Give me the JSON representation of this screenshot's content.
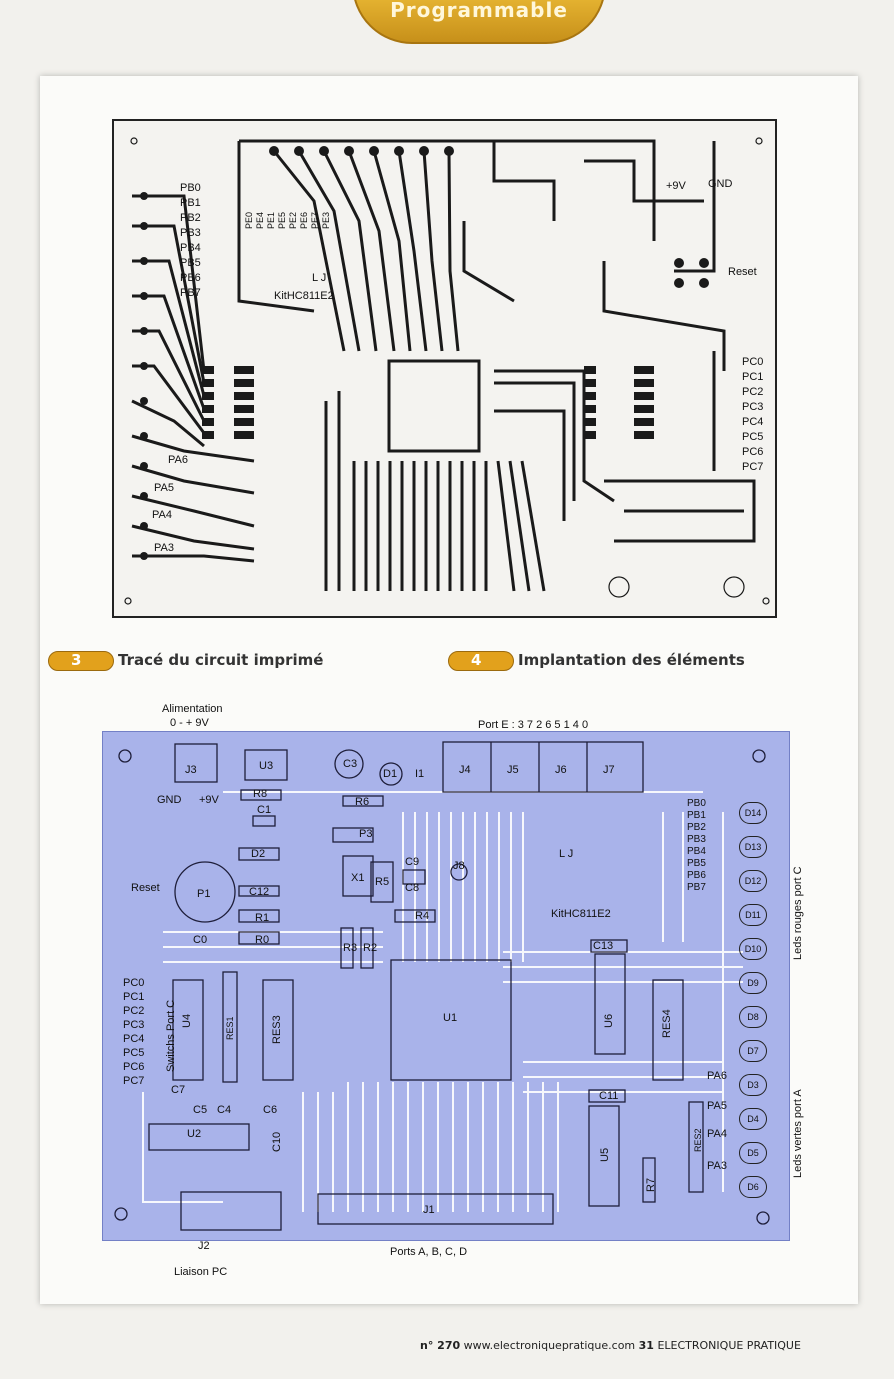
{
  "header_tab": "Programmable",
  "pcb_trace": {
    "portb_labels": [
      "PB0",
      "PB1",
      "PB2",
      "PB3",
      "PB4",
      "PB5",
      "PB6",
      "PB7"
    ],
    "porte_labels": [
      "PE0",
      "PE4",
      "PE1",
      "PE5",
      "PE2",
      "PE6",
      "PE7",
      "PE3"
    ],
    "portc_labels": [
      "PC0",
      "PC1",
      "PC2",
      "PC3",
      "PC4",
      "PC5",
      "PC6",
      "PC7"
    ],
    "porta_labels": [
      "PA6",
      "PA5",
      "PA4",
      "PA3"
    ],
    "power_plus": "+9V",
    "power_gnd": "GND",
    "reset": "Reset",
    "initials": "L J",
    "kit_name": "KitHC811E2"
  },
  "captions": {
    "fig3_num": "3",
    "fig3_text": "Tracé du circuit imprimé",
    "fig4_num": "4",
    "fig4_text": "Implantation des éléments"
  },
  "layout_fig": {
    "alimentation": "Alimentation",
    "alimentation_range": "0 - + 9V",
    "port_e": "Port E : 3 7 2 6 5 1 4 0",
    "ports_abcd": "Ports A, B, C, D",
    "liaison_pc": "Liaison PC",
    "leds_rouges": "Leds rouges port C",
    "leds_vertes": "Leds vertes port A",
    "switchs": "Switchs Port C",
    "components": {
      "j3": "J3",
      "u3": "U3",
      "c3": "C3",
      "d1": "D1",
      "i1": "I1",
      "j4": "J4",
      "j5": "J5",
      "j6": "J6",
      "j7": "J7",
      "r8": "R8",
      "c1": "C1",
      "r6": "R6",
      "p3": "P3",
      "d2": "D2",
      "c9": "C9",
      "c8": "C8",
      "x1": "X1",
      "r5": "R5",
      "j8": "J8",
      "p1": "P1",
      "c12": "C12",
      "r1": "R1",
      "r4": "R4",
      "c0": "C0",
      "r0": "R0",
      "r3": "R3",
      "r2": "R2",
      "c13": "C13",
      "u4": "U4",
      "res1": "RES1",
      "res3": "RES3",
      "u1": "U1",
      "u6": "U6",
      "res4": "RES4",
      "c7": "C7",
      "c5": "C5",
      "c4": "C4",
      "c6": "C6",
      "c11": "C11",
      "u2": "U2",
      "c10": "C10",
      "res2": "RES2",
      "u5": "U5",
      "r7": "R7",
      "j2": "J2",
      "j1": "J1"
    },
    "leds_red": [
      "D14",
      "D13",
      "D12",
      "D11",
      "D10",
      "D9",
      "D8",
      "D7"
    ],
    "leds_green": [
      "D3",
      "D4",
      "D5",
      "D6"
    ],
    "left_pc": [
      "PC0",
      "PC1",
      "PC2",
      "PC3",
      "PC4",
      "PC5",
      "PC6",
      "PC7"
    ],
    "right_pb": [
      "PB0",
      "PB1",
      "PB2",
      "PB3",
      "PB4",
      "PB5",
      "PB6",
      "PB7"
    ],
    "right_pa": [
      "PA6",
      "PA5",
      "PA4",
      "PA3"
    ],
    "gnd": "GND",
    "plus9v": "+9V",
    "reset": "Reset",
    "kit_name": "KitHC811E2",
    "initials": "L J"
  },
  "footer": {
    "issue": "n° 270",
    "site": "www.electroniquepratique.com",
    "page": "31",
    "magazine": "ELECTRONIQUE PRATIQUE"
  }
}
